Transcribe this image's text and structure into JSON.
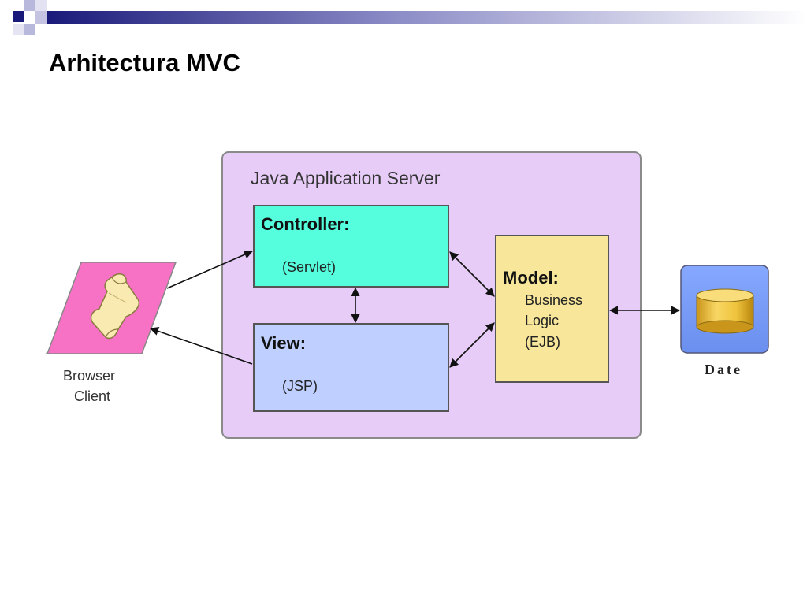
{
  "slide": {
    "title": "Arhitectura MVC"
  },
  "diagram": {
    "server_label": "Java Application Server",
    "controller": {
      "title": "Controller:",
      "subtitle": "(Servlet)"
    },
    "view": {
      "title": "View:",
      "subtitle": "(JSP)"
    },
    "model": {
      "title": "Model:",
      "lines": [
        "Business",
        "Logic",
        "(EJB)"
      ]
    },
    "client": {
      "label_line1": "Browser",
      "label_line2": "Client"
    },
    "database": {
      "label": "Date"
    }
  },
  "colors": {
    "header_dark": "#1a1a7a",
    "server_fill": "#e6ccf7",
    "controller_fill": "#55ffdd",
    "view_fill": "#bfcfff",
    "model_fill": "#f8e79b",
    "client_fill": "#f772c4",
    "scroll_fill": "#f8eab0",
    "db_panel_fill": "#7b9ef5",
    "db_cylinder_fill": "#ecc23a"
  }
}
